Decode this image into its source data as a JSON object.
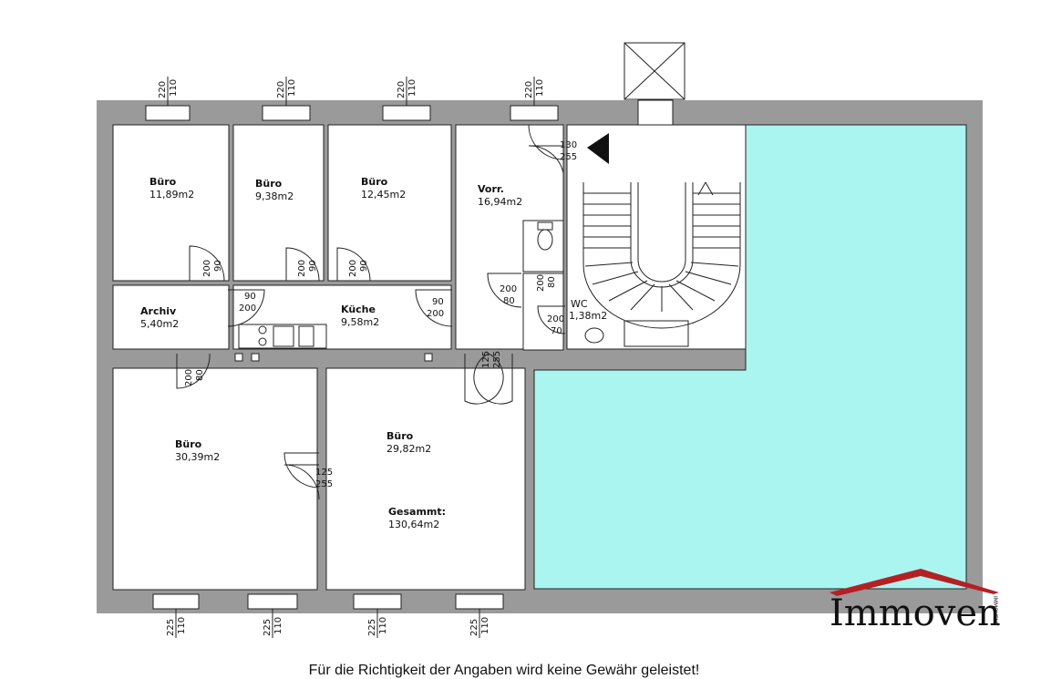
{
  "rooms": {
    "buero1": {
      "name": "Büro",
      "area": "11,89m2"
    },
    "buero2": {
      "name": "Büro",
      "area": "9,38m2"
    },
    "buero3": {
      "name": "Büro",
      "area": "12,45m2"
    },
    "vorr": {
      "name": "Vorr.",
      "area": "16,94m2"
    },
    "archiv": {
      "name": "Archiv",
      "area": "5,40m2"
    },
    "kueche": {
      "name": "Küche",
      "area": "9,58m2"
    },
    "wc": {
      "name": "WC",
      "area": "1,38m2"
    },
    "buero4": {
      "name": "Büro",
      "area": "30,39m2"
    },
    "buero5": {
      "name": "Büro",
      "area": "29,82m2"
    }
  },
  "total": {
    "label": "Gesammt:",
    "area": "130,64m2"
  },
  "dims": {
    "top_windows": [
      "220",
      "110"
    ],
    "bottom_windows": [
      "225",
      "110"
    ],
    "door_90": "90",
    "door_200": "200",
    "door_80": "80",
    "door_70": "70",
    "door_130": "130",
    "door_255": "255",
    "door_125": "125"
  },
  "logo": {
    "name": "Immoven",
    "sub": "IMMOVENT"
  },
  "disclaimer": "Für die Richtigkeit der Angaben wird keine Gewähr geleistet!",
  "colors": {
    "wall": "#9a9a9a",
    "courtyard": "#aaf5ef",
    "logo_roof": "#b52025"
  }
}
